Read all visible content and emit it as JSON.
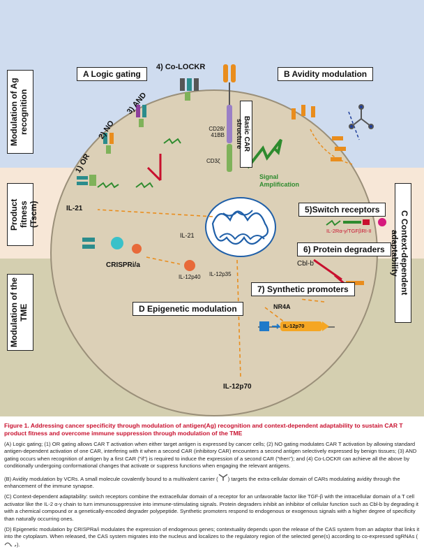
{
  "figure": {
    "band_colors": {
      "recognition": "#cfdcef",
      "fitness": "#f7e7d7",
      "tme": "#d4cfb0",
      "cell": "#dcd0b7",
      "accent_red": "#c8102e",
      "accent_green": "#2e8b2e"
    },
    "side_labels": {
      "recognition": "Modulation of Ag recognition",
      "fitness": "Product fitness (Tscm)",
      "tme": "Modulation of the TME",
      "adaptability": "C   Context-dependent adaptability"
    },
    "panels": {
      "a": "A   Logic gating",
      "b": "B   Avidity modulation",
      "d": "D   Epigenetic modulation",
      "switch": "5)Switch receptors",
      "degraders": "6) Protein degraders",
      "promoters": "7) Synthetic promoters"
    },
    "gates": {
      "or": "1) OR",
      "no": "2) NO",
      "and": "3) AND",
      "colockr": "4) Co-LOCKR"
    },
    "car": {
      "title": "Basic CAR structure",
      "costim": "CD28/ 41BB",
      "cd3": "CD3ζ"
    },
    "signal": "Signal Amplification",
    "labels": {
      "il21_out": "IL-21",
      "il21_in": "IL-21",
      "crispr": "CRISPRi/a",
      "il12p40": "IL-12p40",
      "il12p35": "IL-12p35",
      "receptor_fusion": "IL-2Rα-γ/TGFβRI-II",
      "cblb": "Cbl-b",
      "nr4a": "NR4A",
      "il12p70_in": "IL-12p70",
      "il12p70_out": "IL-12p70"
    }
  },
  "caption": {
    "title": "Figure 1.  Addressing cancer specificity through modulation of antigen(Ag) recognition and context-dependent adaptability to sustain CAR T product fitness and overcome immune suppression through modulation of the TME",
    "para_a": "(A) Logic gating; (1) OR gating allows CAR T activation when either target antigen is expressed by cancer cells; (2) NO gating modulates CAR T activation by allowing standard antigen-dependent activation of one CAR, interfering with it when a second CAR (inhibitory CAR) encounters a second antigen selectively expressed by benign tissues; (3) AND gating occurs when recognition of antigen by a first CAR (\"if\") is required to induce the expression of a second CAR (\"then\"); and (4) Co-LOCKR can achieve all the above by conditionally undergoing conformational changes that activate or suppress functions when engaging the relevant antigens.",
    "para_b1": "(B) Avidity modulation by VCRs. A small molecule covalently bound to a multivalent carrier (",
    "para_b2": ") targets the extra-cellular domain of CARs modulating avidity through the enhancement of the immune synapse.",
    "para_c": "(C) Context-dependent adaptability: switch receptors combine the extracellular domain of a receptor for an unfavorable factor like TGF-β with the intracellular domain of a T cell activator like the IL-2 α-γ chain to turn immunosuppressive into immune-stimulating signals. Protein degraders inhibit an inhibitor of cellular function such as Cbl-b by degrading it with a chemical compound or a genetically-encoded degrader polypeptide. Synthetic promoters respond to endogenous or exogenous signals with a higher degree of specificity than naturally occurring ones.",
    "para_d1": "(D) Epigenetic modulation by CRISPRa/i modulates the expression of endogenous genes; contextuality depends upon the release of the CAS system from an adaptor that links it into the cytoplasm. When released, the CAS system migrates into the nucleus and localizes to the regulatory region of the selected gene(s) according to co-expressed sgRNAs (",
    "para_d2": ")."
  }
}
